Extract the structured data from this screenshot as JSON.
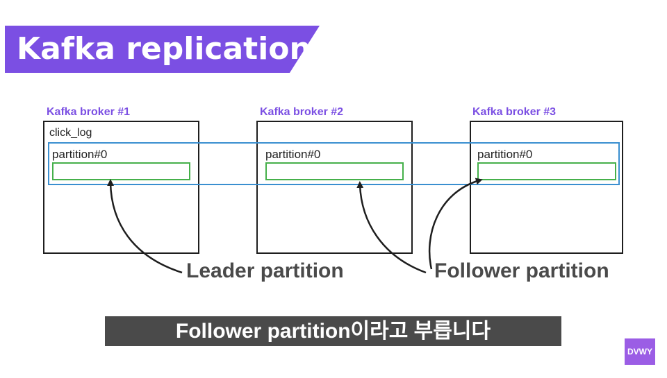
{
  "title": "Kafka replication",
  "brokers": [
    {
      "label": "Kafka broker #1",
      "topic": "click_log",
      "partition": "partition#0"
    },
    {
      "label": "Kafka broker #2",
      "partition": "partition#0"
    },
    {
      "label": "Kafka broker #3",
      "partition": "partition#0"
    }
  ],
  "callouts": {
    "leader": "Leader partition",
    "follower": "Follower partition"
  },
  "subtitle": "Follower partition이라고 부릅니다",
  "logo": "DVWY",
  "colors": {
    "banner": "#7b4fe3",
    "broker_label": "#7b4fe3",
    "partition_box": "#45b04a",
    "replica_group": "#3a8fd0",
    "subtitle_bar": "#4a4a4a",
    "logo": "#9b5de5"
  }
}
